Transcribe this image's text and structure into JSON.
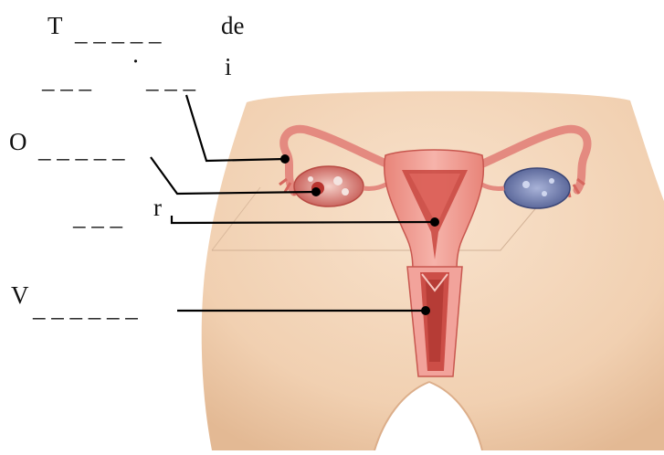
{
  "labels": [
    {
      "id": "tube",
      "line1_start": "T",
      "line1_blank": "_ _ _ _ _",
      "line1_end": "de",
      "line2_blank_a": "_ _ _",
      "line2_dot": "·",
      "line2_blank_b": "_ _ _",
      "line2_end": "i"
    },
    {
      "id": "ovary",
      "start": "O",
      "blank": "_ _ _ _ _"
    },
    {
      "id": "uterus",
      "blank": "_ _ _",
      "end": "r"
    },
    {
      "id": "vagina",
      "start": "V",
      "blank": "_ _ _ _ _ _"
    }
  ],
  "colors": {
    "skin": "#f4d7bb",
    "skin_shadow": "#e2b896",
    "organ": "#f2a39b",
    "organ_dark": "#d9655b",
    "cavity": "#c8453e",
    "ovary_right": "#6f7cb0",
    "leader": "#000000"
  }
}
